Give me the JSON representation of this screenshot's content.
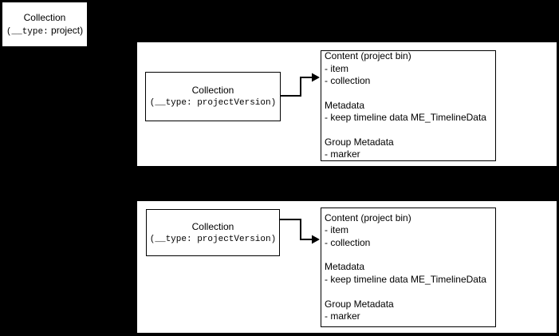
{
  "colors": {
    "background": "#000000",
    "shape-fill": "#ffffff",
    "shape-stroke": "#000000",
    "text": "#000000"
  },
  "diagram": {
    "project_box": {
      "title": "Collection",
      "type_mono": "(__type:",
      "type_rest": " project)"
    },
    "panels": [
      {
        "collection_box": {
          "title": "Collection",
          "type_label": "(__type: projectVersion)"
        },
        "connector": "arrow-right",
        "content_box": {
          "lines": [
            "Content (project bin)",
            "- item",
            "- collection",
            "",
            "Metadata",
            "- keep timeline data ME_TimelineData",
            "",
            "Group Metadata",
            "- marker"
          ]
        }
      },
      {
        "collection_box": {
          "title": "Collection",
          "type_label": "(__type: projectVersion)"
        },
        "connector": "arrow-right",
        "content_box": {
          "lines": [
            "Content (project bin)",
            "- item",
            "- collection",
            "",
            "Metadata",
            "- keep timeline data ME_TimelineData",
            "",
            "Group Metadata",
            "- marker"
          ]
        }
      }
    ]
  }
}
